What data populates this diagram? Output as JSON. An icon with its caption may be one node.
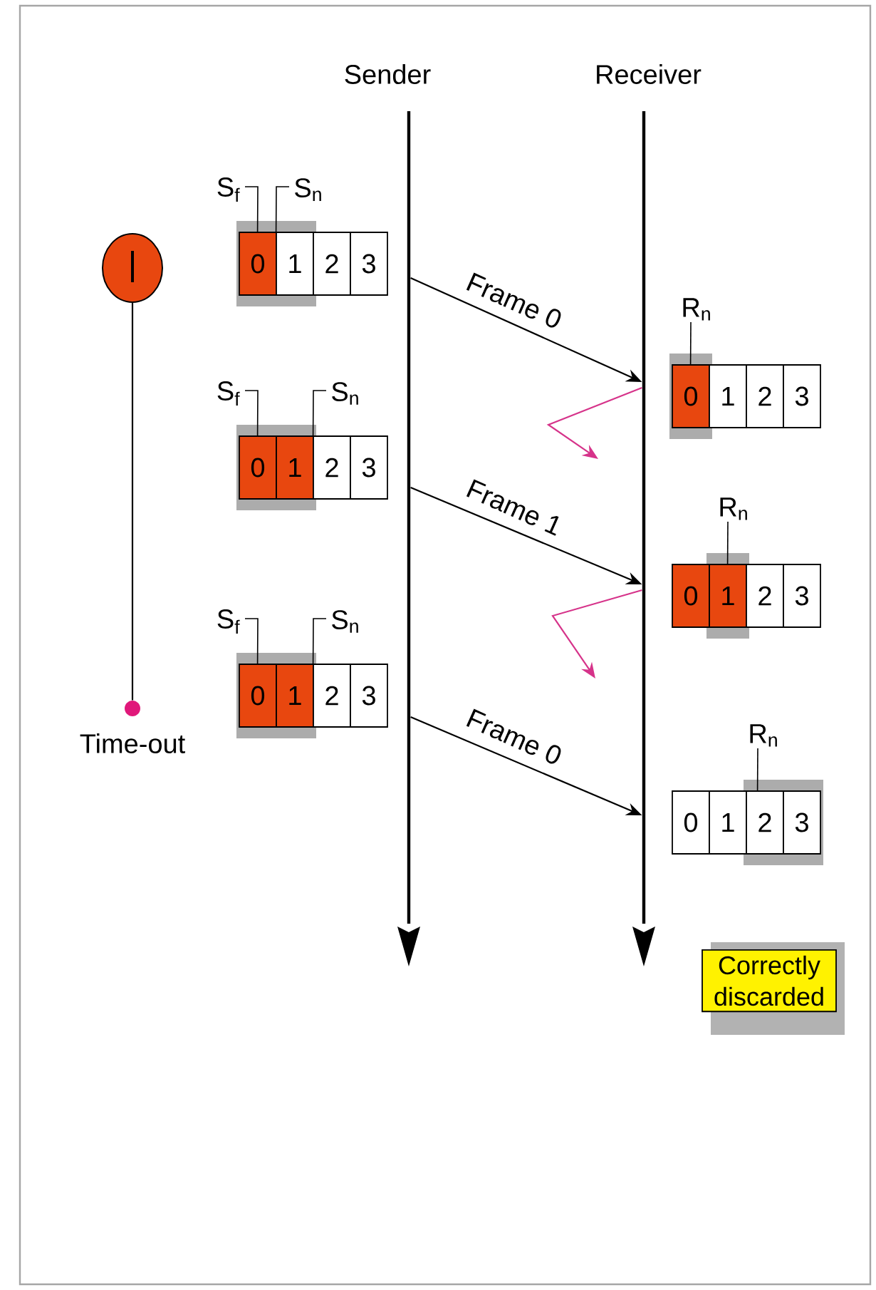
{
  "diagram": {
    "nodes": [
      {
        "text": [],
        "shape": "bar"
      },
      {
        "text": [],
        "shape": "bar"
      },
      {
        "text": [],
        "shape": "circle"
      },
      {
        "text": [],
        "shape": "circle",
        "beside": [
          "Time-out"
        ]
      },
      {
        "text": [
          "0",
          "1",
          "2",
          "3"
        ]
      },
      {
        "text": [
          "0",
          "1",
          "2",
          "3"
        ]
      },
      {
        "text": [
          "0",
          "1",
          "2",
          "3"
        ]
      },
      {
        "text": [
          "0",
          "1",
          "2",
          "3"
        ]
      },
      {
        "text": [
          "0",
          "1",
          "2",
          "3"
        ]
      },
      {
        "text": [
          "0",
          "1",
          "2",
          "3"
        ]
      },
      {
        "text": [
          "Correctly discarded"
        ]
      },
      {
        "text": [
          "S$_{f}$"
        ]
      },
      {
        "text": [
          "S$_{n}$"
        ]
      },
      {
        "text": [
          "S$_{f}$"
        ]
      },
      {
        "text": [
          "S$_{n}$"
        ]
      },
      {
        "text": [
          "S$_{f}$"
        ]
      },
      {
        "text": [
          "S$_{n}$"
        ]
      },
      {
        "text": [
          "R$_{n}$"
        ]
      },
      {
        "text": [
          "R$_{n}$"
        ]
      },
      {
        "text": [
          "R$_{n}$"
        ]
      }
    ],
    "edges": [
      {
        "from": 2,
        "to": 3,
        "arrow": "none"
      },
      {
        "from": 0,
        "to": 1,
        "arrow": "to",
        "label": "Frame 0"
      },
      {
        "from": 1,
        "to": null,
        "arrow": "to",
        "color": "#d6338a"
      },
      {
        "from": 0,
        "to": 1,
        "arrow": "to",
        "label": "Frame 1"
      },
      {
        "from": 1,
        "to": null,
        "arrow": "to",
        "color": "#d6338a"
      },
      {
        "from": 0,
        "to": 1,
        "arrow": "to",
        "label": "Frame 0"
      },
      {
        "from": 11,
        "to": 4,
        "arrow": "none"
      },
      {
        "from": 12,
        "to": 4,
        "arrow": "none"
      },
      {
        "from": 13,
        "to": 5,
        "arrow": "none"
      },
      {
        "from": 14,
        "to": 5,
        "arrow": "none"
      },
      {
        "from": 15,
        "to": 6,
        "arrow": "none"
      },
      {
        "from": 16,
        "to": 6,
        "arrow": "none"
      },
      {
        "from": 17,
        "to": 7,
        "arrow": "none"
      },
      {
        "from": 18,
        "to": 8,
        "arrow": "none"
      },
      {
        "from": 19,
        "to": 9,
        "arrow": "none"
      }
    ],
    "labels": [
      "Sender",
      "Receiver"
    ]
  }
}
